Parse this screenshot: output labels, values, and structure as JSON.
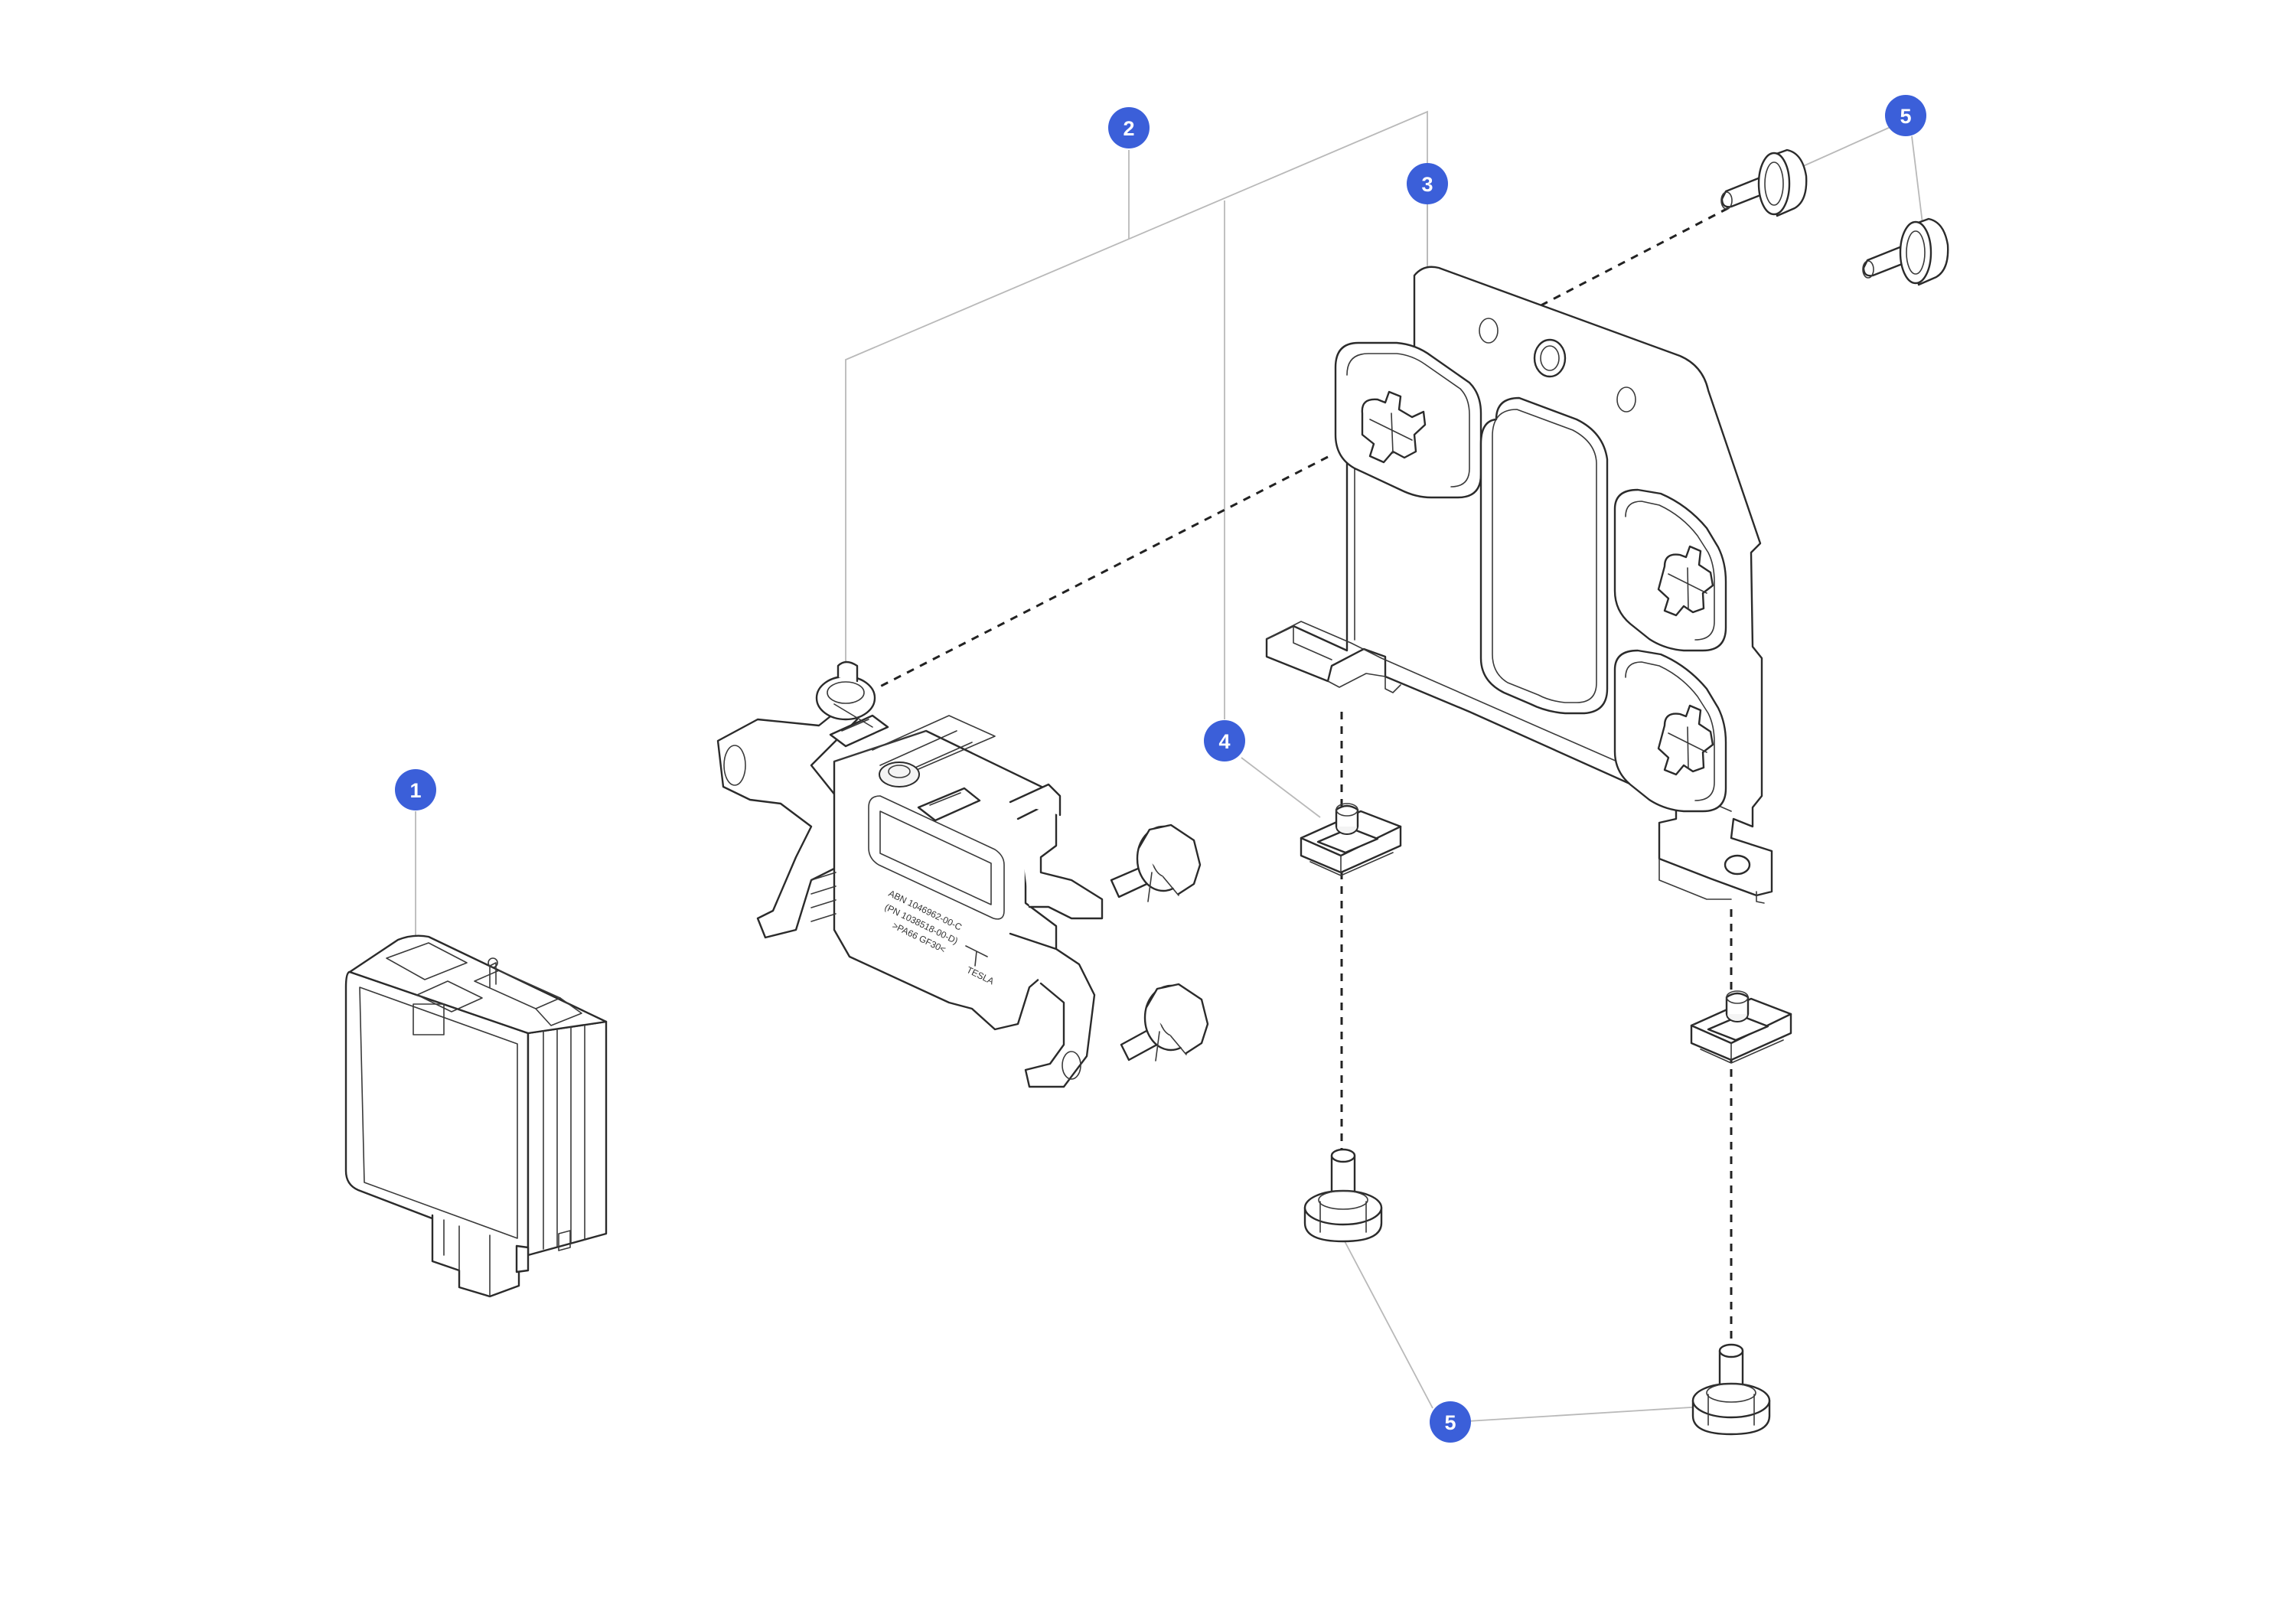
{
  "theme": {
    "callout_color": "#3b5fd9",
    "callout_text_color": "#ffffff",
    "line_color": "#2b2b2b",
    "leader_color": "#b9b9b9"
  },
  "callouts": [
    {
      "id": "c1",
      "label": "1"
    },
    {
      "id": "c2",
      "label": "2"
    },
    {
      "id": "c3",
      "label": "3"
    },
    {
      "id": "c4",
      "label": "4"
    },
    {
      "id": "c5a",
      "label": "5"
    },
    {
      "id": "c5b",
      "label": "5"
    }
  ],
  "parts": [
    {
      "name": "control-module",
      "callout": "1"
    },
    {
      "name": "module-carrier",
      "callout": "2"
    },
    {
      "name": "mounting-bracket",
      "callout": "3"
    },
    {
      "name": "clip-nut",
      "callout": "4"
    },
    {
      "name": "bolt",
      "callout": "5"
    }
  ],
  "part_marking": {
    "line1": "ABN 1046962-00-C",
    "line2": "(PN 1038518-00-D)",
    "line3": ">PA66 GF30<",
    "brand": "TESLA"
  }
}
